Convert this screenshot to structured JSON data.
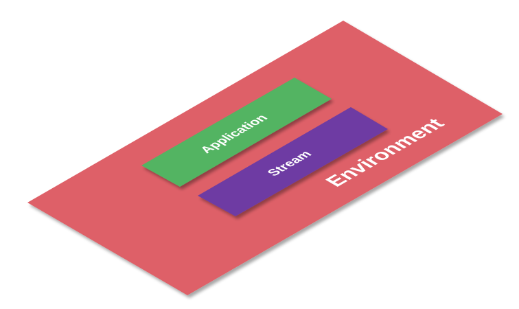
{
  "diagram": {
    "type": "isometric-layer-stack",
    "layers": [
      {
        "id": "environment",
        "label": "Environment",
        "color": "#de6167"
      },
      {
        "id": "application",
        "label": "Application",
        "color": "#52b462"
      },
      {
        "id": "stream",
        "label": "Stream",
        "color": "#6e3ba3"
      }
    ],
    "label_color": "#ffffff",
    "background": "#ffffff"
  }
}
